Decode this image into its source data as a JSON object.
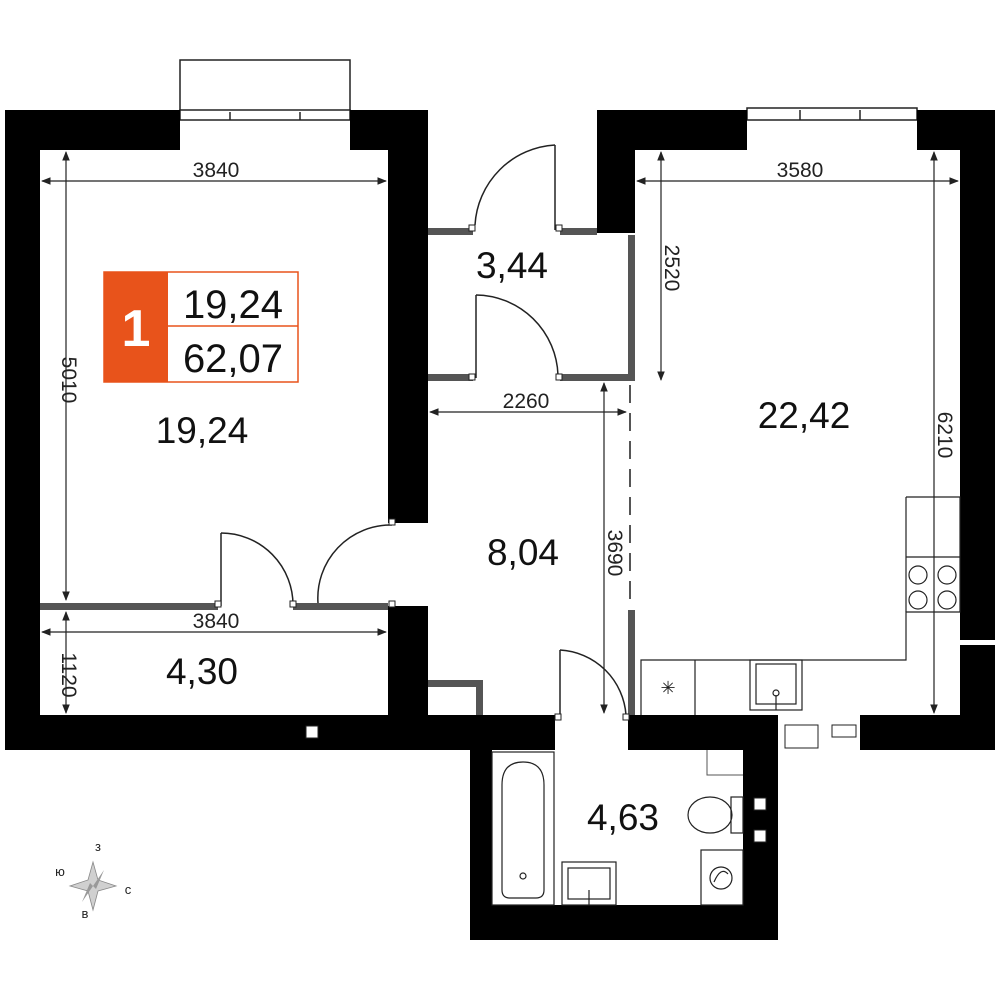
{
  "badge": {
    "rooms": "1",
    "living_area": "19,24",
    "total_area": "62,07",
    "accent_color": "#e8531b"
  },
  "rooms": {
    "bedroom": "19,24",
    "hall": "3,44",
    "corridor": "8,04",
    "kitchen_living": "22,42",
    "balcony": "4,30",
    "bathroom": "4,63"
  },
  "dimensions": {
    "bedroom_width": "3840",
    "bedroom_depth": "5010",
    "balcony_width": "3840",
    "balcony_depth": "1120",
    "kitchen_width": "3580",
    "kitchen_upper": "2520",
    "kitchen_depth": "6210",
    "corridor_width": "2260",
    "corridor_depth": "3690"
  },
  "compass": {
    "north": "з",
    "east": "с",
    "south": "в",
    "west": "ю"
  },
  "colors": {
    "wall": "#000000",
    "partition": "#555555",
    "line": "#222222"
  }
}
